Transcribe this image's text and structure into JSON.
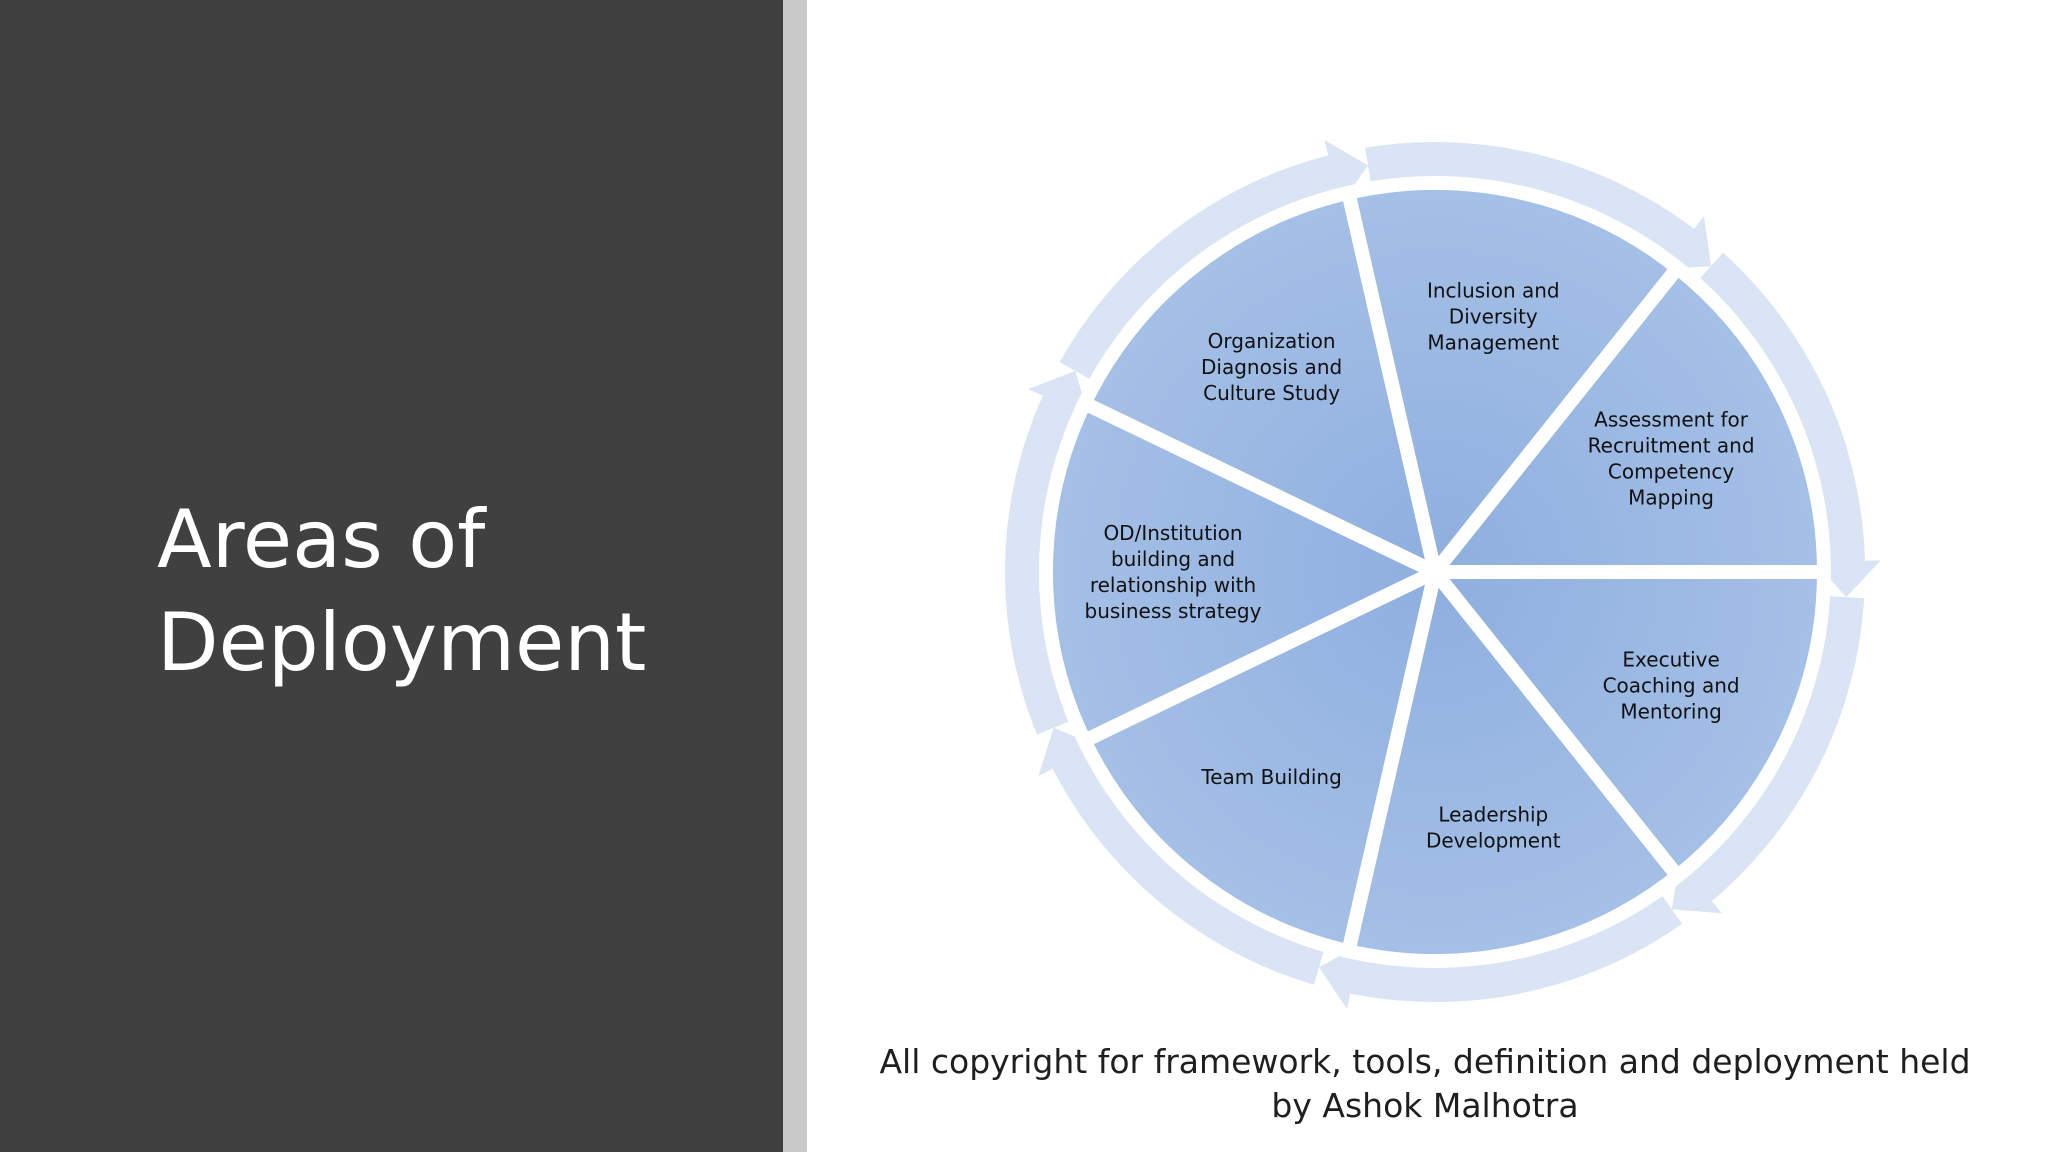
{
  "title": {
    "lines": [
      "Areas of",
      "Deployment"
    ]
  },
  "diagram": {
    "segments": [
      {
        "label": [
          "Executive",
          "Coaching and",
          "Mentoring"
        ]
      },
      {
        "label": [
          "Leadership",
          "Development"
        ]
      },
      {
        "label": [
          "Team Building"
        ]
      },
      {
        "label": [
          "OD/Institution",
          "building and",
          "relationship with",
          "business strategy"
        ]
      },
      {
        "label": [
          "Organization",
          "Diagnosis and",
          "Culture Study"
        ]
      },
      {
        "label": [
          "Inclusion and",
          "Diversity",
          "Management"
        ]
      },
      {
        "label": [
          "Assessment for",
          "Recruitment and",
          "Competency",
          "Mapping"
        ]
      }
    ],
    "colors": {
      "segment": "#9fbbe4",
      "arrow": "#dae4f4",
      "gap": "#ffffff"
    }
  },
  "footer": {
    "lines": [
      "All copyright for framework, tools,  definition and deployment  held",
      "by Ashok Malhotra"
    ]
  }
}
